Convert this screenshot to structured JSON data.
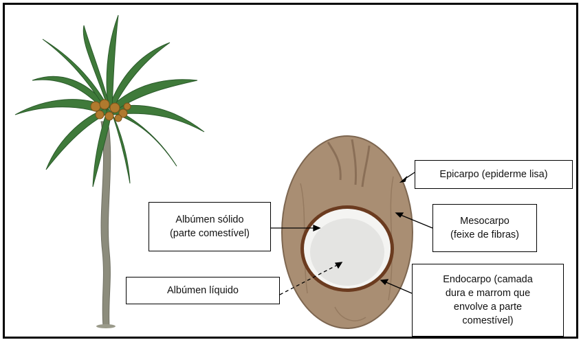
{
  "diagram": {
    "labels": {
      "epicarpo": "Epicarpo (epiderme lisa)",
      "mesocarpo": "Mesocarpo\n(feixe de fibras)",
      "albumen_solido": "Albúmen sólido\n(parte comestível)",
      "albumen_liquido": "Albúmen líquido",
      "endocarpo": "Endocarpo (camada\ndura e marrom que\nenvolve a parte\ncomestível)"
    },
    "colors": {
      "husk": "#a98e73",
      "husk_dark": "#8a6f57",
      "shell": "#6b3b1f",
      "flesh": "#f4f4f2",
      "water": "#e4e4e2",
      "frond": "#3f7a3a",
      "frond_dark": "#2a5a2a",
      "trunk": "#8a8a7a",
      "nut": "#b07a2e"
    }
  }
}
